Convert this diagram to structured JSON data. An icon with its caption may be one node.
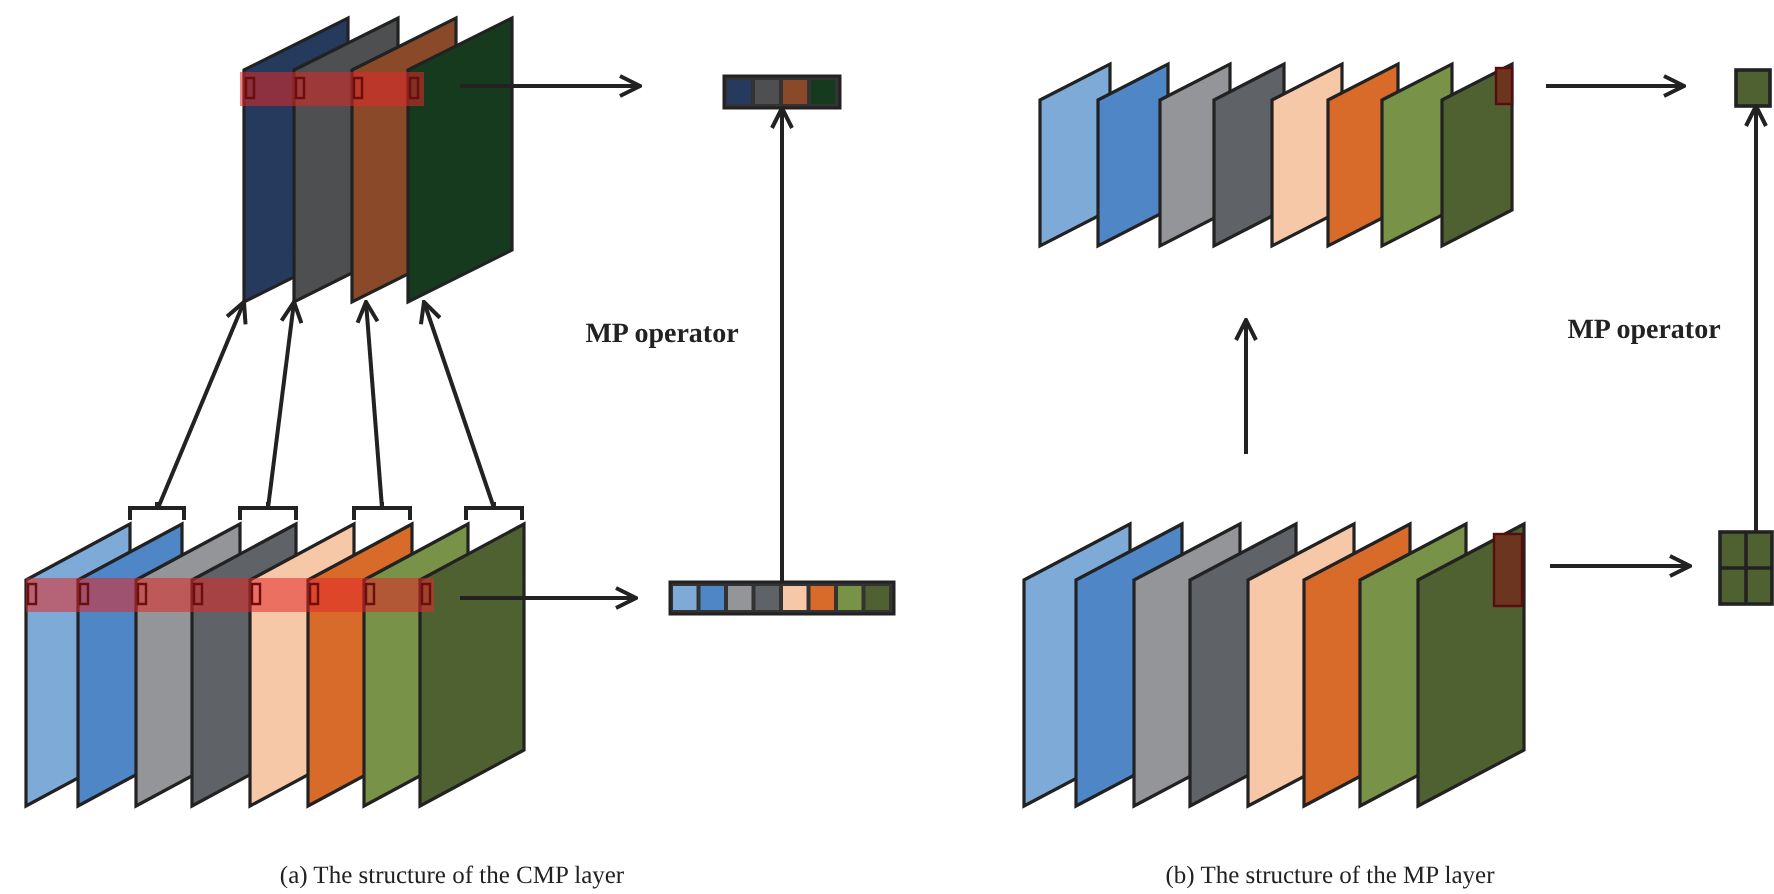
{
  "diagram": {
    "nodes": [
      {
        "text": [],
        "shape": "picture"
      },
      {
        "text": [],
        "shape": "bar"
      },
      {
        "text": [],
        "shape": "bar"
      },
      {
        "text": [],
        "shape": "bar"
      },
      {
        "text": [],
        "shape": "bar"
      },
      {
        "text": [],
        "shape": "picture"
      },
      {
        "text": [],
        "shape": "bar"
      },
      {
        "text": [],
        "shape": "bar"
      },
      {
        "text": [],
        "shape": "picture"
      },
      {
        "text": [],
        "shape": "picture"
      },
      {
        "text": [],
        "shape": "box"
      },
      {
        "text": [],
        "shape": "box"
      }
    ],
    "edges": [
      {
        "from": 1,
        "to": 0,
        "arrow": "to"
      },
      {
        "from": 2,
        "to": 0,
        "arrow": "to"
      },
      {
        "from": 3,
        "to": 0,
        "arrow": "to"
      },
      {
        "from": 4,
        "to": 0,
        "arrow": "to"
      },
      {
        "from": 0,
        "to": 7,
        "arrow": "to"
      },
      {
        "from": 5,
        "to": 6,
        "arrow": "to"
      },
      {
        "from": 6,
        "to": 7,
        "arrow": "to",
        "label": "MP operator"
      },
      {
        "from": 9,
        "to": 8,
        "arrow": "to"
      },
      {
        "from": 8,
        "to": 10,
        "arrow": "to"
      },
      {
        "from": 9,
        "to": 11,
        "arrow": "to"
      },
      {
        "from": 11,
        "to": 10,
        "arrow": "to",
        "label": "MP operator"
      }
    ],
    "labels": [
      "(a) The structure of the CMP layer",
      "(b) The structure of the MP layer"
    ]
  }
}
